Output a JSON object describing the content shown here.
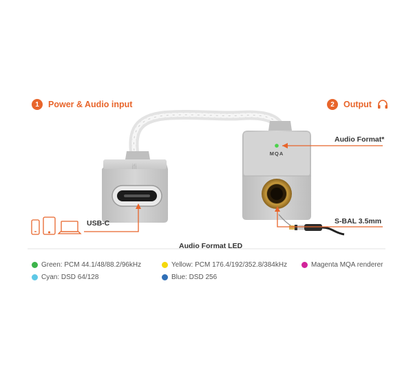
{
  "input": {
    "number": "1",
    "title": "Power & Audio input"
  },
  "output": {
    "number": "2",
    "title": "Output"
  },
  "labels": {
    "audio_format": "Audio Format*",
    "usb_c": "USB-C",
    "sbal": "S-BAL 3.5mm",
    "mqa": "MQA",
    "logo": "ifi"
  },
  "legend": {
    "title": "Audio Format  LED",
    "items": [
      {
        "text": "Green: PCM 44.1/48/88.2/96kHz",
        "color": "#3cb44b"
      },
      {
        "text": "Yellow: PCM 176.4/192/352.8/384kHz",
        "color": "#f5d90a"
      },
      {
        "text": "Magenta MQA renderer",
        "color": "#d2239a"
      },
      {
        "text": "Cyan: DSD 64/128",
        "color": "#5ec8e6"
      },
      {
        "text": "Blue: DSD 256",
        "color": "#2f6fb6"
      }
    ]
  },
  "colors": {
    "accent": "#e8652b",
    "device_body": "#c9c9c9"
  }
}
